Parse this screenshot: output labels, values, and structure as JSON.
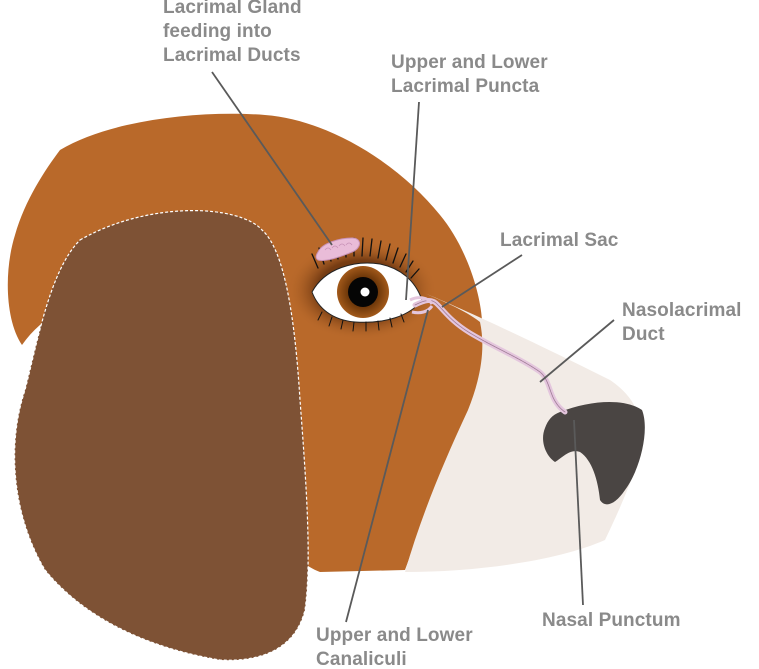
{
  "diagram": {
    "colors": {
      "head": "#b9692a",
      "ear": "#7e5235",
      "muzzle": "#f2ebe6",
      "nose": "#4a4543",
      "iris": "#8a4a12",
      "gland": "#e9bcd8",
      "duct": "#e4c6dd",
      "label": "#8a8a8a",
      "leader": "#5a5a5a"
    },
    "labels": {
      "lacrimal_gland": [
        "Lacrimal Gland",
        "feeding into",
        "Lacrimal Ducts"
      ],
      "puncta": [
        "Upper and Lower",
        "Lacrimal Puncta"
      ],
      "sac": [
        "Lacrimal Sac"
      ],
      "nasolacrimal": [
        "Nasolacrimal",
        "Duct"
      ],
      "canaliculi": [
        "Upper and Lower",
        "Canaliculi"
      ],
      "nasal_punctum": [
        "Nasal Punctum"
      ]
    }
  }
}
